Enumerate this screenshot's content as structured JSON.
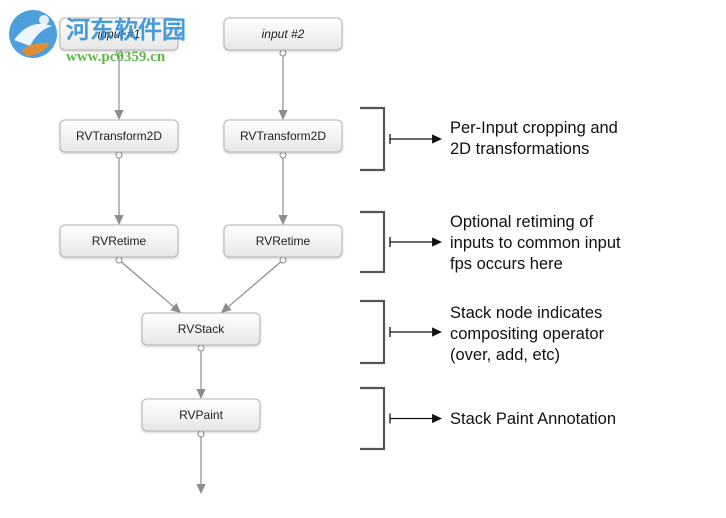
{
  "nodes": [
    {
      "id": "input1",
      "label": "input #1",
      "italic": true
    },
    {
      "id": "input2",
      "label": "input #2",
      "italic": true
    },
    {
      "id": "transform1",
      "label": "RVTransform2D"
    },
    {
      "id": "transform2",
      "label": "RVTransform2D"
    },
    {
      "id": "retime1",
      "label": "RVRetime"
    },
    {
      "id": "retime2",
      "label": "RVRetime"
    },
    {
      "id": "stack",
      "label": "RVStack"
    },
    {
      "id": "paint",
      "label": "RVPaint"
    }
  ],
  "edges": [
    [
      "input1",
      "transform1"
    ],
    [
      "input2",
      "transform2"
    ],
    [
      "transform1",
      "retime1"
    ],
    [
      "transform2",
      "retime2"
    ],
    [
      "retime1",
      "stack"
    ],
    [
      "retime2",
      "stack"
    ],
    [
      "stack",
      "paint"
    ],
    [
      "paint",
      "output"
    ]
  ],
  "annotations": [
    {
      "lines": [
        "Per-Input cropping and",
        "2D transformations"
      ]
    },
    {
      "lines": [
        "Optional retiming of",
        "inputs to common input",
        "fps occurs here"
      ]
    },
    {
      "lines": [
        "Stack node indicates",
        "compositing operator",
        "(over, add, etc)"
      ]
    },
    {
      "lines": [
        "Stack Paint Annotation"
      ]
    }
  ],
  "watermark": {
    "title": "河东软件园",
    "url": "www.pc0359.cn"
  },
  "colors": {
    "node_fill_top": "#ffffff",
    "node_fill_bottom": "#e6e6e6",
    "node_border": "#b4b4b4",
    "edge": "#8d8d8d",
    "bracket": "#555555",
    "watermark_blue": "#2e8fd6",
    "watermark_green": "#4fae3a"
  }
}
